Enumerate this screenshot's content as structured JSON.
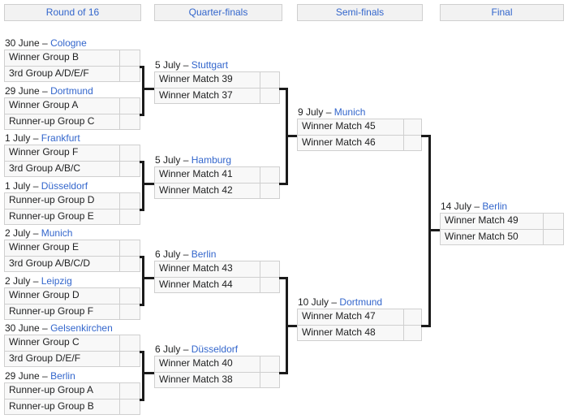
{
  "rounds": [
    {
      "label": "Round of 16"
    },
    {
      "label": "Quarter-finals"
    },
    {
      "label": "Semi-finals"
    },
    {
      "label": "Final"
    }
  ],
  "round_of_16": [
    {
      "date": "30 June",
      "dash": "–",
      "venue": "Cologne",
      "top": "Winner Group B",
      "top_score": "",
      "bottom": "3rd Group A/D/E/F",
      "bottom_score": ""
    },
    {
      "date": "29 June",
      "dash": "–",
      "venue": "Dortmund",
      "top": "Winner Group A",
      "top_score": "",
      "bottom": "Runner-up Group C",
      "bottom_score": ""
    },
    {
      "date": "1 July",
      "dash": "–",
      "venue": "Frankfurt",
      "top": "Winner Group F",
      "top_score": "",
      "bottom": "3rd Group A/B/C",
      "bottom_score": ""
    },
    {
      "date": "1 July",
      "dash": "–",
      "venue": "Düsseldorf",
      "top": "Runner-up Group D",
      "top_score": "",
      "bottom": "Runner-up Group E",
      "bottom_score": ""
    },
    {
      "date": "2 July",
      "dash": "–",
      "venue": "Munich",
      "top": "Winner Group E",
      "top_score": "",
      "bottom": "3rd Group A/B/C/D",
      "bottom_score": ""
    },
    {
      "date": "2 July",
      "dash": "–",
      "venue": "Leipzig",
      "top": "Winner Group D",
      "top_score": "",
      "bottom": "Runner-up Group F",
      "bottom_score": ""
    },
    {
      "date": "30 June",
      "dash": "–",
      "venue": "Gelsenkirchen",
      "top": "Winner Group C",
      "top_score": "",
      "bottom": "3rd Group D/E/F",
      "bottom_score": ""
    },
    {
      "date": "29 June",
      "dash": "–",
      "venue": "Berlin",
      "top": "Runner-up Group A",
      "top_score": "",
      "bottom": "Runner-up Group B",
      "bottom_score": ""
    }
  ],
  "quarter_finals": [
    {
      "date": "5 July",
      "dash": "–",
      "venue": "Stuttgart",
      "top": "Winner Match 39",
      "top_score": "",
      "bottom": "Winner Match 37",
      "bottom_score": ""
    },
    {
      "date": "5 July",
      "dash": "–",
      "venue": "Hamburg",
      "top": "Winner Match 41",
      "top_score": "",
      "bottom": "Winner Match 42",
      "bottom_score": ""
    },
    {
      "date": "6 July",
      "dash": "–",
      "venue": "Berlin",
      "top": "Winner Match 43",
      "top_score": "",
      "bottom": "Winner Match 44",
      "bottom_score": ""
    },
    {
      "date": "6 July",
      "dash": "–",
      "venue": "Düsseldorf",
      "top": "Winner Match 40",
      "top_score": "",
      "bottom": "Winner Match 38",
      "bottom_score": ""
    }
  ],
  "semi_finals": [
    {
      "date": "9 July",
      "dash": "–",
      "venue": "Munich",
      "top": "Winner Match 45",
      "top_score": "",
      "bottom": "Winner Match 46",
      "bottom_score": ""
    },
    {
      "date": "10 July",
      "dash": "–",
      "venue": "Dortmund",
      "top": "Winner Match 47",
      "top_score": "",
      "bottom": "Winner Match 48",
      "bottom_score": ""
    }
  ],
  "final": [
    {
      "date": "14 July",
      "dash": "–",
      "venue": "Berlin",
      "top": "Winner Match 49",
      "top_score": "",
      "bottom": "Winner Match 50",
      "bottom_score": ""
    }
  ],
  "colors": {
    "link": "#3366cc",
    "text": "#202122",
    "box_fill": "#f8f8f8",
    "box_border": "#cfcfcf",
    "header_fill": "#f2f2f2",
    "connector": "#1b1b1b"
  }
}
